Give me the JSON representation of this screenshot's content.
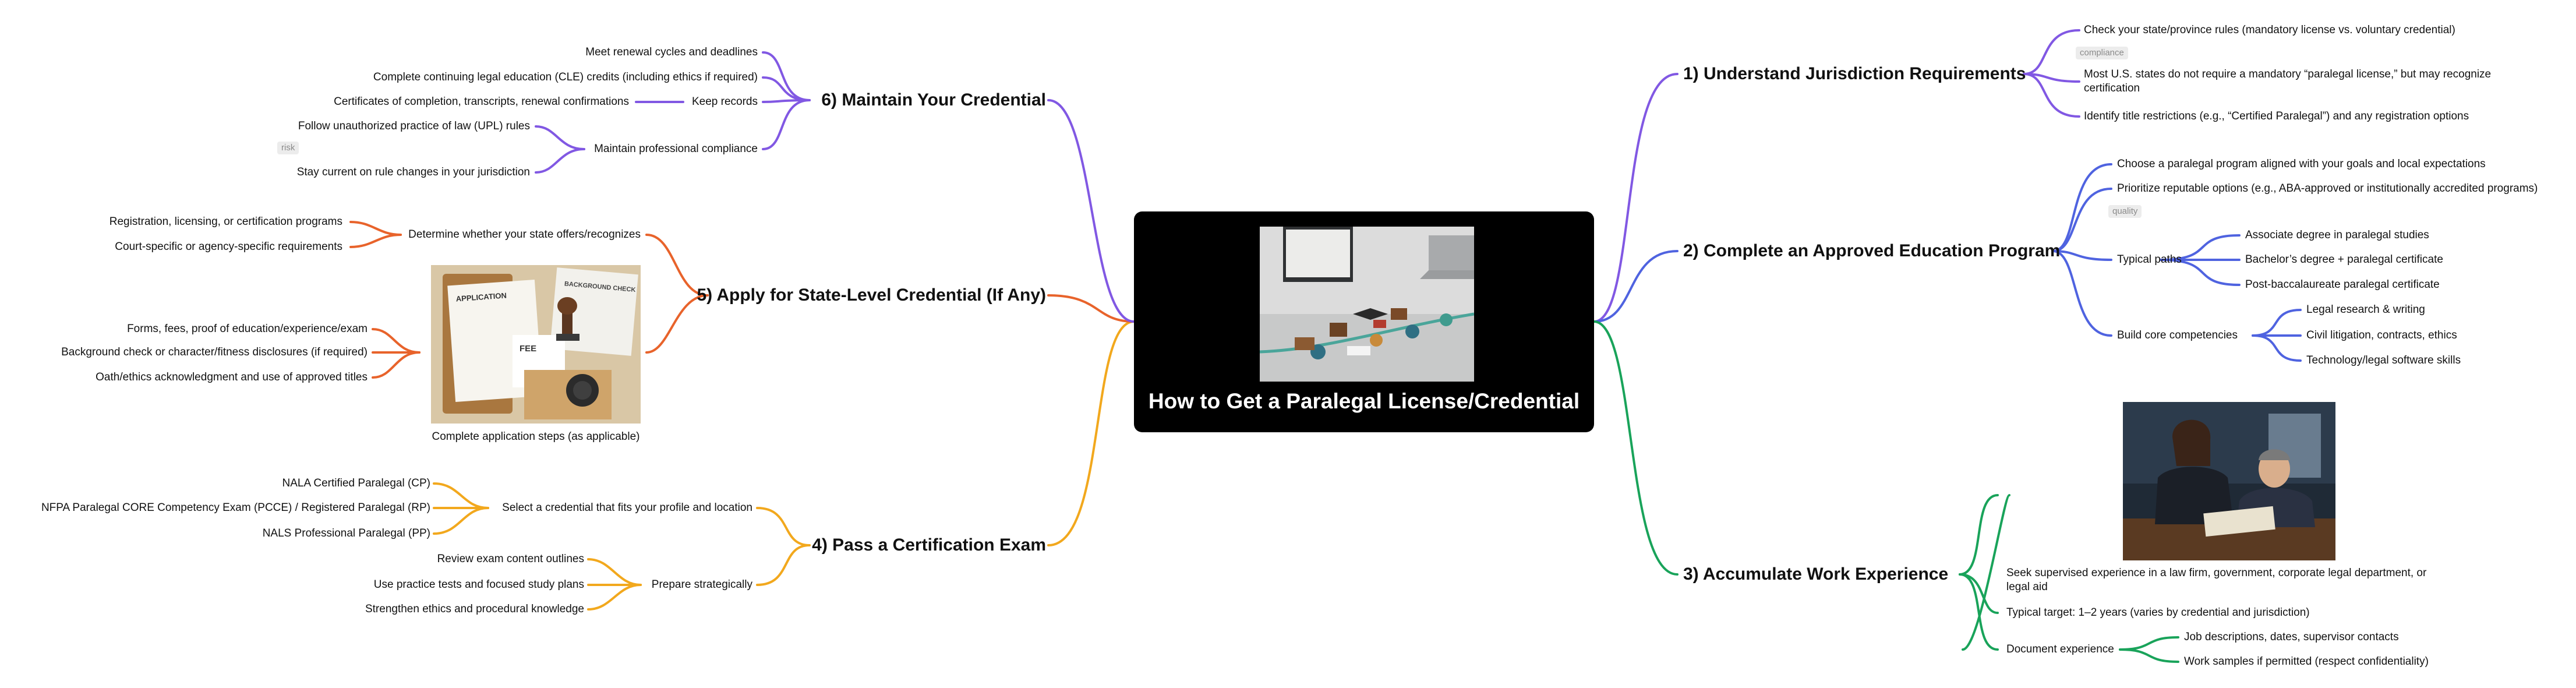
{
  "root": {
    "title": "How to Get a Paralegal License/Credential",
    "image_icon": "desk-certification-illustration"
  },
  "colors": {
    "purple": "#8158e3",
    "blue": "#4f63e0",
    "green": "#19a35a",
    "orange": "#e8632b",
    "gold": "#f2a81d",
    "root_bg": "#000000"
  },
  "branches": {
    "b1": {
      "title": "1) Understand Jurisdiction Requirements",
      "items": [
        "Check your state/province rules (mandatory license vs. voluntary credential)",
        "Most U.S. states do not require a mandatory “paralegal license,” but may recognize certification",
        "Identify title restrictions (e.g., “Certified Paralegal”) and any registration options"
      ],
      "tag": "compliance"
    },
    "b2": {
      "title": "2) Complete an Approved Education Program",
      "items": [
        "Choose a paralegal program aligned with your goals and local expectations",
        "Prioritize reputable options (e.g., ABA-approved or institutionally accredited programs)"
      ],
      "tag": "quality",
      "typical_paths": {
        "label": "Typical paths",
        "items": [
          "Associate degree in paralegal studies",
          "Bachelor’s degree + paralegal certificate",
          "Post-baccalaureate paralegal certificate"
        ]
      },
      "core": {
        "label": "Build core competencies",
        "items": [
          "Legal research & writing",
          "Civil litigation, contracts, ethics",
          "Technology/legal software skills"
        ]
      }
    },
    "b3": {
      "title": "3) Accumulate Work Experience",
      "image_icon": "office-mentoring-photo",
      "items": [
        "Seek supervised experience in a law firm, government, corporate legal department, or legal aid",
        "Typical target: 1–2 years (varies by credential and jurisdiction)"
      ],
      "doc": {
        "label": "Document experience",
        "items": [
          "Job descriptions, dates, supervisor contacts",
          "Work samples if permitted (respect confidentiality)"
        ]
      }
    },
    "b4": {
      "title": "4) Pass a Certification Exam",
      "select": {
        "label": "Select a credential that fits your profile and location",
        "items": [
          "NALA Certified Paralegal (CP)",
          "NFPA Paralegal CORE Competency Exam (PCCE) / Registered Paralegal (RP)",
          "NALS Professional Paralegal (PP)"
        ]
      },
      "prepare": {
        "label": "Prepare strategically",
        "items": [
          "Review exam content outlines",
          "Use practice tests and focused study plans",
          "Strengthen ethics and procedural knowledge"
        ]
      }
    },
    "b5": {
      "title": "5) Apply for State-Level Credential (If Any)",
      "determine": {
        "label": "Determine whether your state offers/recognizes",
        "items": [
          "Registration, licensing, or certification programs",
          "Court-specific or agency-specific requirements"
        ]
      },
      "apply": {
        "caption": "Complete application steps (as applicable)",
        "image_icon": "application-documents-seal-photo",
        "image_texts": [
          "APPLICATION",
          "BACKGROUND CHECK",
          "FEE"
        ],
        "items": [
          "Forms, fees, proof of education/experience/exam",
          "Background check or character/fitness disclosures (if required)",
          "Oath/ethics acknowledgment and use of approved titles"
        ]
      }
    },
    "b6": {
      "title": "6) Maintain Your Credential",
      "items": [
        "Meet renewal cycles and deadlines",
        "Complete continuing legal education (CLE) credits (including ethics if required)"
      ],
      "records": {
        "label": "Keep records",
        "items": [
          "Certificates of completion, transcripts, renewal confirmations"
        ]
      },
      "compliance": {
        "label": "Maintain professional compliance",
        "items": [
          "Follow unauthorized practice of law (UPL) rules",
          "Stay current on rule changes in your jurisdiction"
        ],
        "tag": "risk"
      }
    }
  }
}
